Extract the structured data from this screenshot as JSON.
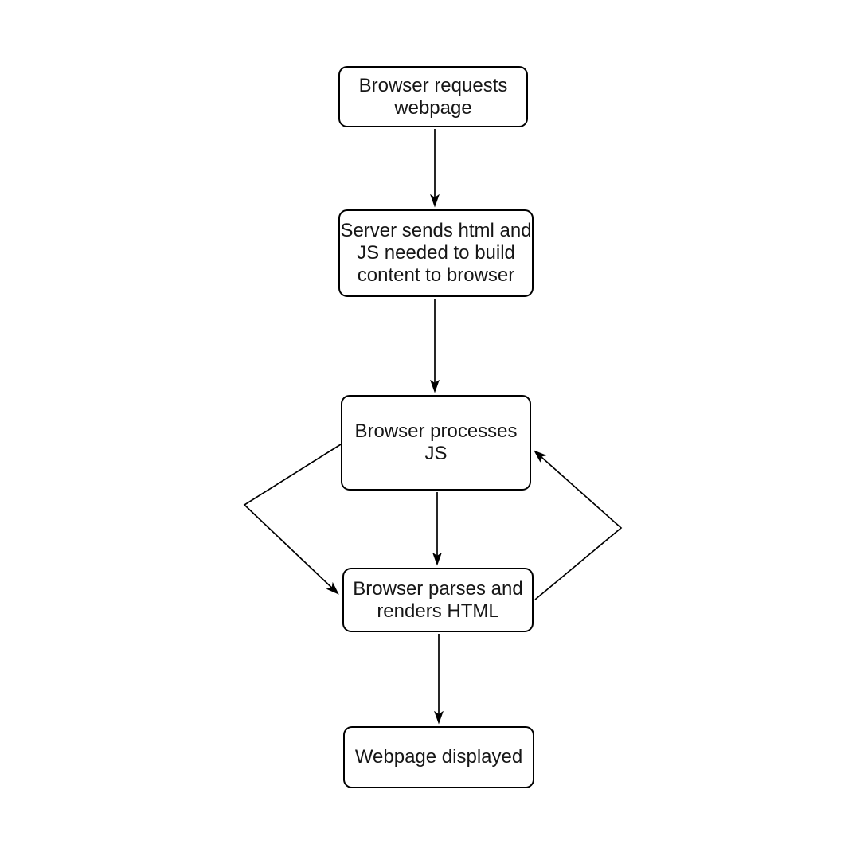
{
  "diagram": {
    "type": "flowchart",
    "background_color": "#ffffff",
    "node_fill_color": "#ffffff",
    "stroke_color": "#000000",
    "text_color": "#161616",
    "nodes": [
      {
        "id": "request",
        "lines": [
          "Browser requests",
          "webpage"
        ]
      },
      {
        "id": "server",
        "lines": [
          "Server sends html and",
          "JS needed to build",
          "content to browser"
        ]
      },
      {
        "id": "process",
        "lines": [
          "Browser processes",
          "JS"
        ]
      },
      {
        "id": "parse",
        "lines": [
          "Browser parses and",
          "renders HTML"
        ]
      },
      {
        "id": "display",
        "lines": [
          "Webpage displayed"
        ]
      }
    ],
    "edges": [
      {
        "from": "request",
        "to": "server",
        "shape": "straight-vertical"
      },
      {
        "from": "server",
        "to": "process",
        "shape": "straight-vertical"
      },
      {
        "from": "process",
        "to": "parse",
        "shape": "straight-vertical"
      },
      {
        "from": "parse",
        "to": "display",
        "shape": "straight-vertical"
      },
      {
        "from": "process",
        "to": "parse",
        "shape": "left-diagonal-loop"
      },
      {
        "from": "parse",
        "to": "process",
        "shape": "right-diagonal-loop"
      }
    ]
  }
}
